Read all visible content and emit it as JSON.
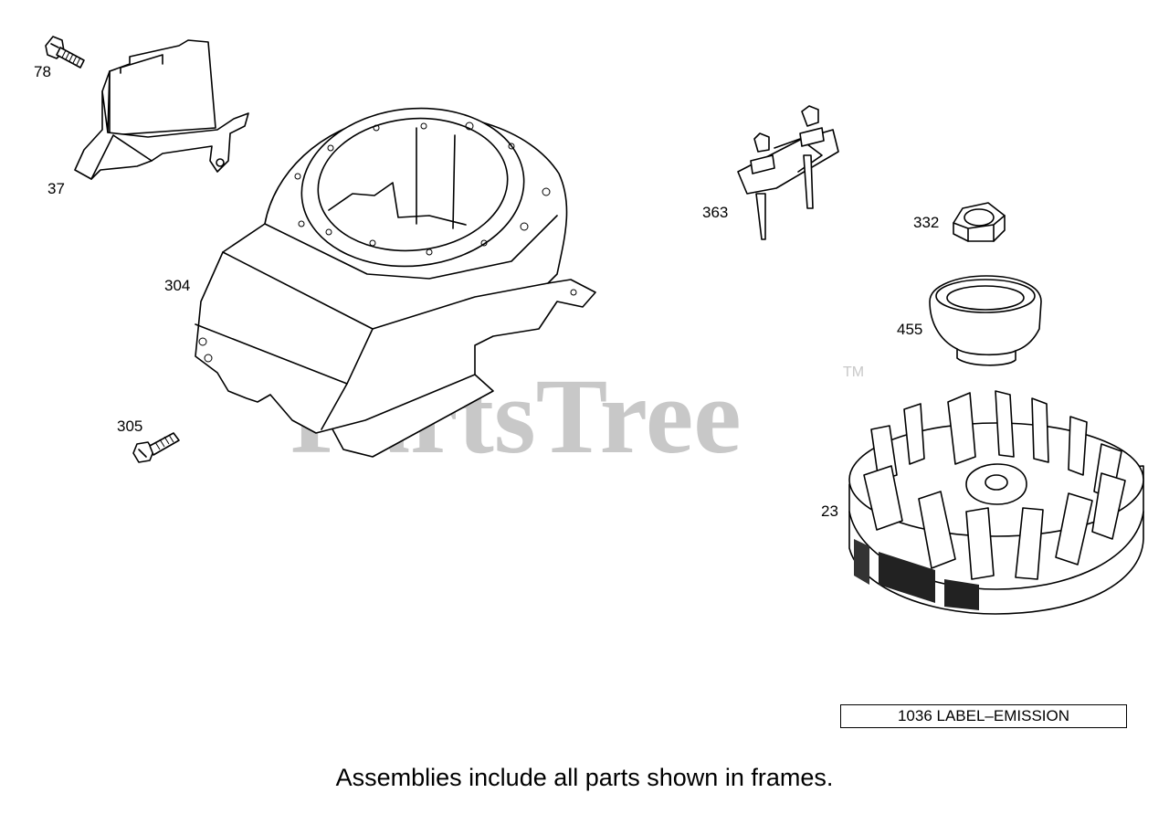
{
  "watermark": {
    "text": "PartsTree",
    "trademark": "TM"
  },
  "parts": [
    {
      "id": "bolt-78",
      "label": "78"
    },
    {
      "id": "shield-37",
      "label": "37"
    },
    {
      "id": "blower-housing-304",
      "label": "304"
    },
    {
      "id": "bolt-305",
      "label": "305"
    },
    {
      "id": "bracket-363",
      "label": "363"
    },
    {
      "id": "nut-332",
      "label": "332"
    },
    {
      "id": "cup-455",
      "label": "455"
    },
    {
      "id": "flywheel-23",
      "label": "23"
    }
  ],
  "frame_label": "1036 LABEL–EMISSION",
  "footer_note": "Assemblies include all parts shown in frames."
}
